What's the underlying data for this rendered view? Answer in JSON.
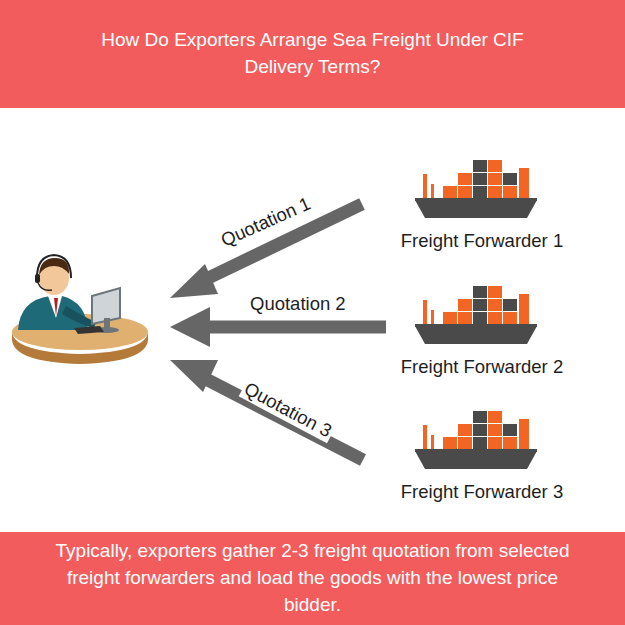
{
  "diagram": {
    "title": "How Do Exporters Arrange Sea Freight Under CIF Delivery Terms?",
    "caption": "Typically, exporters gather 2-3 freight quotation from selected freight forwarders and load the goods with the lowest price bidder.",
    "nodes": [
      {
        "text": [
          "Freight Forwarder 1"
        ]
      },
      {
        "text": [
          "Freight Forwarder 2"
        ]
      },
      {
        "text": [
          "Freight Forwarder 3"
        ]
      }
    ],
    "labels": [
      "Quotation 1",
      "Quotation 2",
      "Quotation 3"
    ]
  }
}
